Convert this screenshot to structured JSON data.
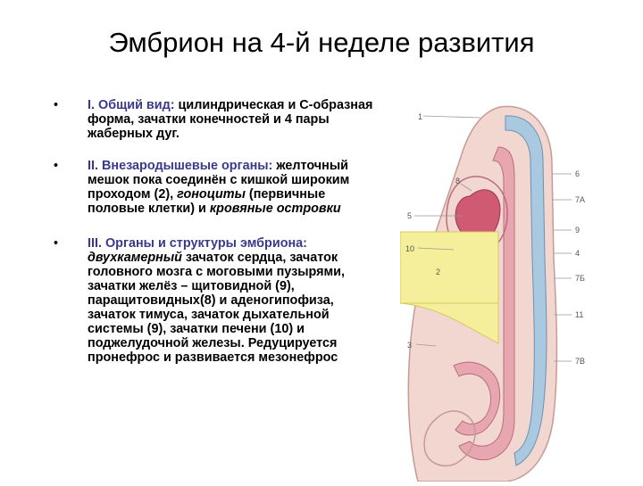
{
  "title": "Эмбрион на 4-й неделе развития",
  "bullet_symbol": "•",
  "bullets": [
    {
      "heading": "I. Общий вид:",
      "text": " цилиндрическая и С-образная форма, зачатки конечностей и 4 пары жаберных дуг."
    },
    {
      "heading": "II. Внезародышевые органы:",
      "text1": " желточный мешок пока соединён с кишкой широким проходом (2), ",
      "em1": "гоноциты",
      "text2": " (первичные половые клетки) и ",
      "em2": "кровяные островки"
    },
    {
      "heading": "III. Органы и структуры эмбриона:",
      "em1": "двухкамерный",
      "text1": " зачаток сердца, зачаток головного мозга с моговыми пузырями, зачатки желёз – щитовидной (9), паращитовидных(8) и аденогипофиза, зачаток тимуса, зачаток дыхательной системы (9), зачатки печени (10) и поджелудочной железы. Редуцируется пронефрос и развивается мезонефрос"
    }
  ],
  "figure_labels": {
    "l1": "1",
    "l8": "8",
    "l6": "6",
    "l7a": "7А",
    "l5": "5",
    "l9": "9",
    "l10": "10",
    "l4": "4",
    "l2": "2",
    "l7b": "7Б",
    "l11": "11",
    "l3": "3",
    "l7v": "7В"
  },
  "colors": {
    "skin": "#f2d6d0",
    "mucosa": "#e7a6b0",
    "tube": "#a9c9e0",
    "yolk": "#f5ef9c",
    "heart": "#cf5a72",
    "label": "#555555"
  }
}
